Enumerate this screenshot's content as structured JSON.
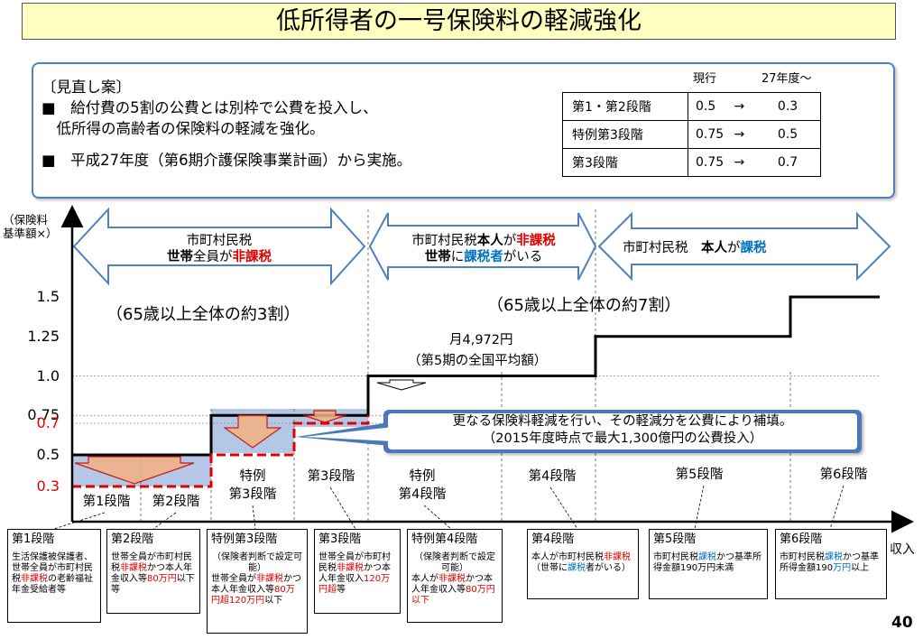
{
  "title": "低所得者の一号保険料の軽減強化",
  "proposal": {
    "heading": "〔見直し案〕",
    "line1": "■　給付費の5割の公費とは別枠で公費を投入し、",
    "line2": "　低所得の高齢者の保険料の軽減を強化。",
    "line3": "■　平成27年度（第6期介護保険事業計画）から実施。"
  },
  "rate_table": {
    "header_current": "現行",
    "header_new": "27年度～",
    "rows": [
      {
        "stage": "第1・第2段階",
        "current": "0.5",
        "arrow": "→",
        "new": "0.3"
      },
      {
        "stage": "特例第3段階",
        "current": "0.75",
        "arrow": "→",
        "new": "0.5"
      },
      {
        "stage": "第3段階",
        "current": "0.75",
        "arrow": "→",
        "new": "0.7"
      }
    ]
  },
  "chart_data": {
    "type": "step",
    "ylabel": "（保険料\n基準額×）",
    "xlabel": "収入",
    "yticks": [
      {
        "label": "1.5",
        "value": 1.5,
        "color": "#000000"
      },
      {
        "label": "1.25",
        "value": 1.25,
        "color": "#000000"
      },
      {
        "label": "1.0",
        "value": 1.0,
        "color": "#000000"
      },
      {
        "label": "0.75",
        "value": 0.75,
        "color": "#000000"
      },
      {
        "label": "0.7",
        "value": 0.7,
        "color": "#e00000"
      },
      {
        "label": "0.5",
        "value": 0.5,
        "color": "#000000"
      },
      {
        "label": "0.3",
        "value": 0.3,
        "color": "#e00000"
      }
    ],
    "current_levels": [
      0.5,
      0.5,
      0.75,
      0.75,
      1.0,
      1.0,
      1.25,
      1.5
    ],
    "new_levels": [
      0.3,
      0.3,
      0.5,
      0.7
    ],
    "stages": [
      "第1段階",
      "第2段階",
      "特例\n第3段階",
      "第3段階",
      "特例\n第4段階",
      "第4段階",
      "第5段階",
      "第6段階"
    ]
  },
  "bands": {
    "b1": {
      "line1": "市町村民税",
      "line2_a": "世帯",
      "line2_b": "全員が",
      "line2_c": "非課税"
    },
    "b2": {
      "line1_a": "市町村民税",
      "line1_b": "本人",
      "line1_c": "が",
      "line1_d": "非課税",
      "line2_a": "世帯",
      "line2_b": "に",
      "line2_c": "課税者",
      "line2_d": "がいる"
    },
    "b3": {
      "a": "市町村民税　",
      "b": "本人",
      "c": "が",
      "d": "課税"
    }
  },
  "labels": {
    "share3": "（65歳以上全体の約3割）",
    "share7": "（65歳以上全体の約7割）",
    "avg1": "月4,972円",
    "avg2": "（第5期の全国平均額）"
  },
  "callout": {
    "line1": "更なる保険料軽減を行い、その軽減分を公費により補填。",
    "line2": "（2015年度時点で最大1,300億円の公費投入）"
  },
  "boxes": [
    {
      "title": "第1段階",
      "t1": "生活保護被保護者、世帯全員が市町村民税",
      "t2": "非課税",
      "t3": "の老齢福祉年金受給者等"
    },
    {
      "title": "第2段階",
      "t1": "世帯全員が市町村民税",
      "t2": "非課税",
      "t3": "かつ本人年金収入等",
      "t4": "80万円",
      "t5": "以下等"
    },
    {
      "title": "特例第3段階",
      "t0": "（保険者判断で設定可能）",
      "t1": "世帯全員が",
      "t2": "非課税",
      "t3": "かつ本人年金収入等",
      "t4": "80万円超120万円",
      "t5": "以下"
    },
    {
      "title": "第3段階",
      "t1": "世帯全員が市町村民税",
      "t2": "非課税",
      "t3": "かつ本人年金収入",
      "t4": "120万円超",
      "t5": "等"
    },
    {
      "title": "特例第4段階",
      "t0": "（保険者判断で設定可能）",
      "t1": "本人が",
      "t2": "非課税",
      "t3": "かつ本人年金収入等",
      "t4": "80万円以下"
    },
    {
      "title": "第4段階",
      "t1a": "本人",
      "t1": "が市町村民税",
      "t2": "非課税",
      "t3": "（世帯に",
      "t4": "課税",
      "t5": "者がいる）"
    },
    {
      "title": "第5段階",
      "t1": "市町村民税",
      "t2": "課税",
      "t3": "かつ基準所得金額190万円未満"
    },
    {
      "title": "第6段階",
      "t1": "市町村民税",
      "t2": "課税",
      "t3": "かつ基準所得金額190",
      "t4": "万円",
      "t5": "以上"
    }
  ],
  "page_number": "40"
}
